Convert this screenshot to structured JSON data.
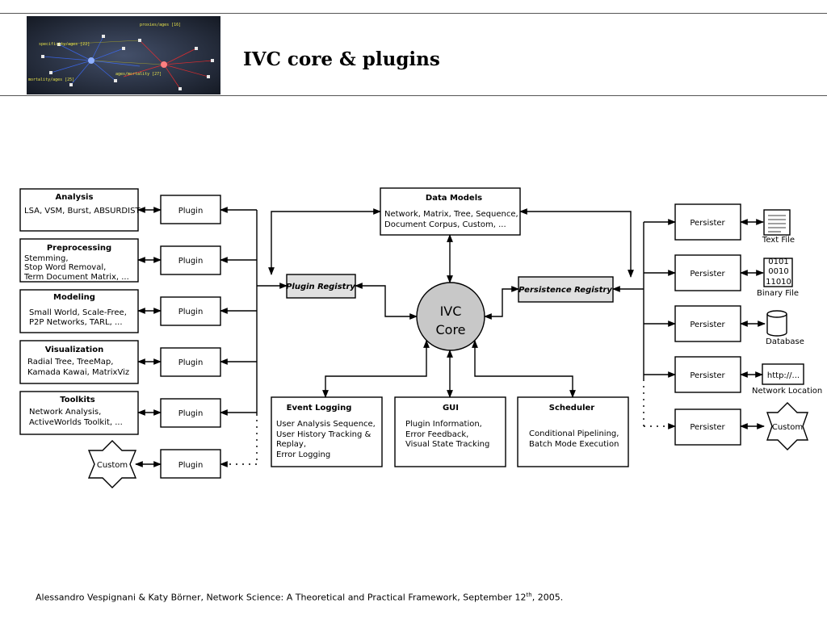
{
  "title": "IVC core & plugins",
  "footer": {
    "text_before": "Alessandro Vespignani & Katy Börner, Network Science: A Theoretical and Practical Framework, September 12",
    "superscript": "th",
    "text_after": ", 2005."
  },
  "header_image": {
    "labels": [
      "mortality/ages [25]",
      "ages/mortality [27]",
      "specificity/ages [22]",
      "proxies/ages [16]"
    ]
  },
  "colors": {
    "line": "#000000",
    "registry_fill": "#e0e0e0",
    "core_fill": "#c8c8c8",
    "header_bg": "#2a3040"
  },
  "diagram": {
    "left_groups": [
      {
        "title": "Analysis",
        "lines": [
          "LSA, VSM, Burst, ABSURDIST"
        ]
      },
      {
        "title": "Preprocessing",
        "lines": [
          "Stemming,",
          "Stop Word Removal,",
          "Term Document Matrix, ..."
        ]
      },
      {
        "title": "Modeling",
        "lines": [
          "Small World, Scale-Free,",
          "P2P Networks, TARL, ..."
        ]
      },
      {
        "title": "Visualization",
        "lines": [
          "Radial Tree, TreeMap,",
          "Kamada Kawai, MatrixViz"
        ]
      },
      {
        "title": "Toolkits",
        "lines": [
          "Network Analysis,",
          "ActiveWorlds Toolkit, ..."
        ]
      }
    ],
    "plugin_label": "Plugin",
    "custom_left": "Custom",
    "plugin_registry": "Plugin Registry",
    "persistence_registry": "Persistence Registry",
    "core": {
      "line1": "IVC",
      "line2": "Core"
    },
    "data_models": {
      "title": "Data Models",
      "lines": [
        "Network, Matrix, Tree, Sequence,",
        "Document Corpus, Custom, ..."
      ]
    },
    "bottom_boxes": [
      {
        "title": "Event Logging",
        "lines": [
          "User Analysis Sequence,",
          "User History Tracking &",
          "Replay,",
          "Error Logging"
        ]
      },
      {
        "title": "GUI",
        "lines": [
          "Plugin Information,",
          "Error Feedback,",
          "Visual State Tracking"
        ]
      },
      {
        "title": "Scheduler",
        "lines": [
          "Conditional Pipelining,",
          "Batch Mode Execution"
        ]
      }
    ],
    "persister_label": "Persister",
    "storage": {
      "text_file": "Text File",
      "binary_lines": [
        "0101",
        "0010",
        "11010"
      ],
      "binary_file": "Binary File",
      "database": "Database",
      "http": "http://...",
      "network_location": "Network Location",
      "custom_right": "Custom"
    }
  }
}
